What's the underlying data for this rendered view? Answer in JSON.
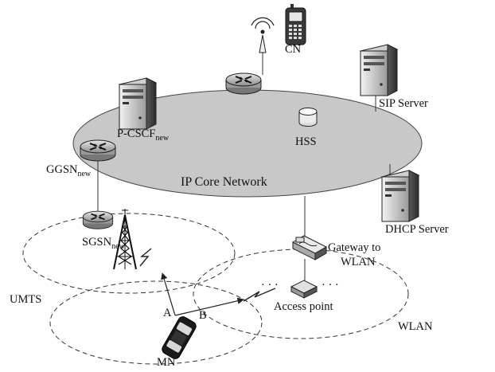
{
  "labels": {
    "cn": "CN",
    "sip_server": "SIP Server",
    "pcscf": "P-CSCF",
    "pcscf_sub": "new",
    "hss": "HSS",
    "ggsn": "GGSN",
    "ggsn_sub": "new",
    "core_network": "IP Core Network",
    "dhcp_server": "DHCP Server",
    "sgsn": "SGSN",
    "sgsn_sub": "new",
    "gateway_line1": "Gateway to",
    "gateway_line2": "WLAN",
    "umts": "UMTS",
    "access_point": "Access point",
    "wlan": "WLAN",
    "point_a": "A",
    "point_b": "B",
    "mn": "MN",
    "dots_left": "· · ·",
    "dots_right": "· · ·"
  },
  "icons": [
    "mobile-phone-icon",
    "antenna-icon",
    "router-icon",
    "server-icon",
    "database-icon",
    "cell-tower-icon",
    "gateway-icon",
    "access-point-icon",
    "car-icon",
    "lightning-icon"
  ]
}
